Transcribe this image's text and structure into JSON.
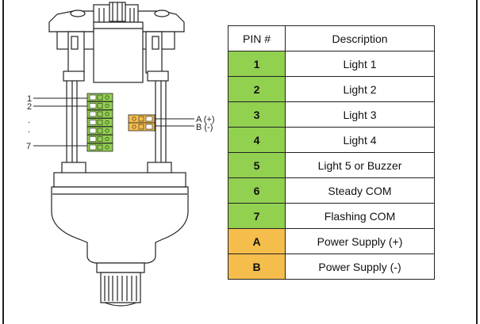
{
  "colors": {
    "green": "#92d050",
    "orange": "#f5bd4c",
    "outline": "#222222"
  },
  "diagram": {
    "labels": {
      "pin1": "1",
      "pin2": "2",
      "dot1": ".",
      "dot2": ".",
      "pin7": "7",
      "pinA": "A (+)",
      "pinB": "B (-)"
    }
  },
  "table": {
    "header": {
      "pin": "PIN #",
      "description": "Description"
    },
    "rows": [
      {
        "pin": "1",
        "description": "Light 1",
        "color": "green"
      },
      {
        "pin": "2",
        "description": "Light 2",
        "color": "green"
      },
      {
        "pin": "3",
        "description": "Light 3",
        "color": "green"
      },
      {
        "pin": "4",
        "description": "Light 4",
        "color": "green"
      },
      {
        "pin": "5",
        "description": "Light 5 or Buzzer",
        "color": "green"
      },
      {
        "pin": "6",
        "description": "Steady COM",
        "color": "green"
      },
      {
        "pin": "7",
        "description": "Flashing COM",
        "color": "green"
      },
      {
        "pin": "A",
        "description": "Power Supply (+)",
        "color": "orange"
      },
      {
        "pin": "B",
        "description": "Power Supply (-)",
        "color": "orange"
      }
    ]
  }
}
